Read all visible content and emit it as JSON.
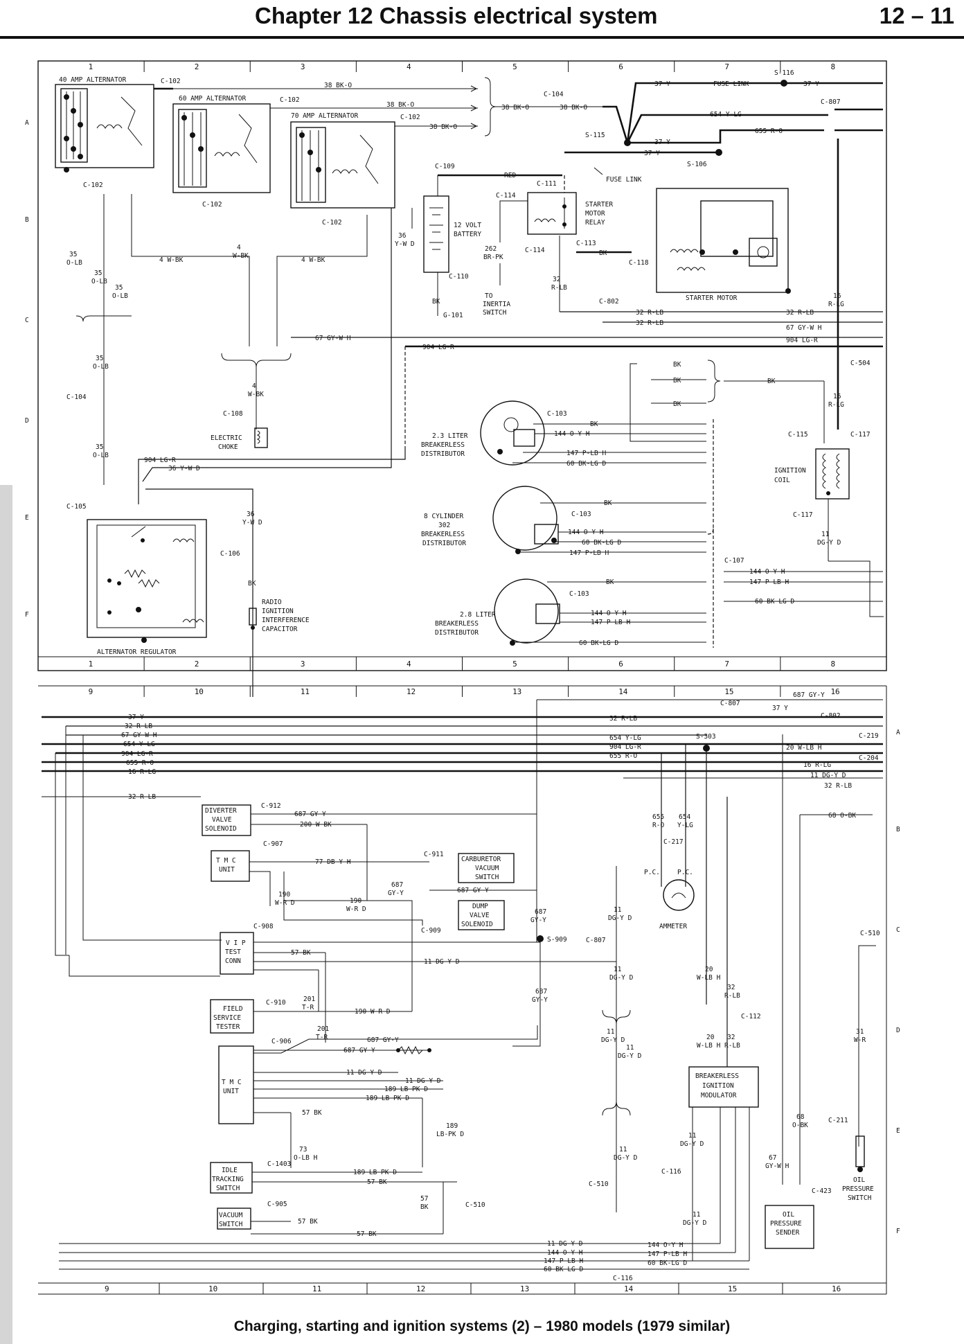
{
  "header": {
    "chapter_title": "Chapter 12   Chassis electrical system",
    "page_number": "12 – 11"
  },
  "caption": "Charging, starting and ignition systems (2) – 1980 models (1979 similar)",
  "grid": {
    "top_columns": [
      "1",
      "2",
      "3",
      "4",
      "5",
      "6",
      "7",
      "8"
    ],
    "bottom_columns": [
      "9",
      "10",
      "11",
      "12",
      "13",
      "14",
      "15",
      "16"
    ],
    "rows": [
      "A",
      "B",
      "C",
      "D",
      "E",
      "F"
    ]
  },
  "components": {
    "alt40": "40 AMP ALTERNATOR",
    "alt60": "60 AMP ALTERNATOR",
    "alt70": "70 AMP ALTERNATOR",
    "battery": [
      "12 VOLT",
      "BATTERY"
    ],
    "starter_relay": [
      "STARTER",
      "MOTOR",
      "RELAY"
    ],
    "starter_motor": "STARTER MOTOR",
    "fuse_link": "FUSE LINK",
    "fuse_link_top": "FUSE LINK",
    "inertia": [
      "TO",
      "INERTIA",
      "SWITCH"
    ],
    "choke": [
      "ELECTRIC",
      "CHOKE"
    ],
    "dist23": [
      "2.3 LITER",
      "BREAKERLESS",
      "DISTRIBUTOR"
    ],
    "dist302": [
      "8 CYLINDER",
      "302",
      "BREAKERLESS",
      "DISTRIBUTOR"
    ],
    "dist28": [
      "2.8 LITER",
      "BREAKERLESS",
      "DISTRIBUTOR"
    ],
    "ign_coil": [
      "IGNITION",
      "COIL"
    ],
    "alt_reg": "ALTERNATOR REGULATOR",
    "radio_cap": [
      "RADIO",
      "IGNITION",
      "INTERFERENCE",
      "CAPACITOR"
    ],
    "diverter": [
      "DIVERTER",
      "VALVE",
      "SOLENOID"
    ],
    "tmc1": [
      "T M C",
      "UNIT"
    ],
    "carb": [
      "CARBURETOR",
      "VACUUM",
      "SWITCH"
    ],
    "dump": [
      "DUMP",
      "VALVE",
      "SOLENOID"
    ],
    "vip": [
      "V I P",
      "TEST",
      "CONN"
    ],
    "field": [
      "FIELD",
      "SERVICE",
      "TESTER"
    ],
    "tmc2": [
      "T M C",
      "UNIT"
    ],
    "idle": [
      "IDLE",
      "TRACKING",
      "SWITCH"
    ],
    "vacuum": [
      "VACUUM",
      "SWITCH"
    ],
    "ammeter": "AMMETER",
    "modulator": [
      "BREAKERLESS",
      "IGNITION",
      "MODULATOR"
    ],
    "oil_sender": [
      "OIL",
      "PRESSURE",
      "SENDER"
    ],
    "oil_switch": [
      "OIL",
      "PRESSURE",
      "SWITCH"
    ]
  },
  "connectors": {
    "c102": "C-102",
    "c103": "C-103",
    "c104": "C-104",
    "c105": "C-105",
    "c106": "C-106",
    "c107": "C-107",
    "c108": "C-108",
    "c109": "C-109",
    "c110": "C-110",
    "c111": "C-111",
    "c112": "C-112",
    "c113": "C-113",
    "c114": "C-114",
    "c115": "C-115",
    "c116": "C-116",
    "c117": "C-117",
    "c118": "C-118",
    "c204": "C-204",
    "c211": "C-211",
    "c217": "C-217",
    "c219": "C-219",
    "c423": "C-423",
    "c504": "C-504",
    "c510": "C-510",
    "c802": "C-802",
    "c807": "C-807",
    "c905": "C-905",
    "c906": "C-906",
    "c907": "C-907",
    "c908": "C-908",
    "c909": "C-909",
    "c910": "C-910",
    "c911": "C-911",
    "c912": "C-912",
    "c1403": "C-1403",
    "s106": "S-106",
    "s115": "S-115",
    "s116": "S-116",
    "s303": "S-303",
    "s909": "S-909",
    "g101": "G-101"
  },
  "wires": {
    "w38bko": "38 BK-O",
    "w37y": "37 Y",
    "w654ylg": "654 Y-LG",
    "w655ro": "655 R-O",
    "red": "RED",
    "bk": "BK",
    "w262": [
      "262",
      "BR-PK"
    ],
    "w36ywd": "36 Y-W D",
    "w36v": [
      "36",
      "Y-W D"
    ],
    "w35olb": [
      "35",
      "O-LB"
    ],
    "w4wbk": "4 W-BK",
    "w4wbk_v": [
      "4",
      "W-BK"
    ],
    "w32rlb": "32 R-LB",
    "w32rlb_v": [
      "32",
      "R-LB"
    ],
    "w67gywh": "67 GY-W H",
    "w904lgr": "904 LG-R",
    "w16rlg": "16 R-LG",
    "w16rlg_v": [
      "16",
      "R-LG"
    ],
    "w144oyh": "144 O-Y H",
    "w147plbh": "147 P-LB H",
    "w60bklgd": "60 BK-LG D",
    "w11dgyd": "11 DG-Y D",
    "w11dgyd_v": [
      "11",
      "DG-Y D"
    ],
    "w687gyy": "687 GY-Y",
    "w687v": [
      "687",
      "GY-Y"
    ],
    "w20wlbh": "20 W-LB H",
    "w20v": [
      "20",
      "W-LB H"
    ],
    "w68obk": "68 O-BK",
    "w68v": [
      "68",
      "O-BK"
    ],
    "w200wbk": "200 W-BK",
    "w77dbyh": "77 DB-Y H",
    "w190wrd": "190 W-R D",
    "w190v": [
      "190",
      "W-R D"
    ],
    "w57bk": "57 BK",
    "w57v": [
      "57",
      "BK"
    ],
    "w201v": [
      "201",
      "T-R"
    ],
    "w189lbpkd": "189 LB-PK D",
    "w189v": [
      "189",
      "LB-PK D"
    ],
    "w73v": [
      "73",
      "O-LB H"
    ],
    "w655v": [
      "655",
      "R-O"
    ],
    "w654v": [
      "654",
      "Y-LG"
    ],
    "w67v": [
      "67",
      "GY-W H"
    ],
    "w31v": [
      "31",
      "W-R"
    ],
    "pc": "P.C."
  }
}
